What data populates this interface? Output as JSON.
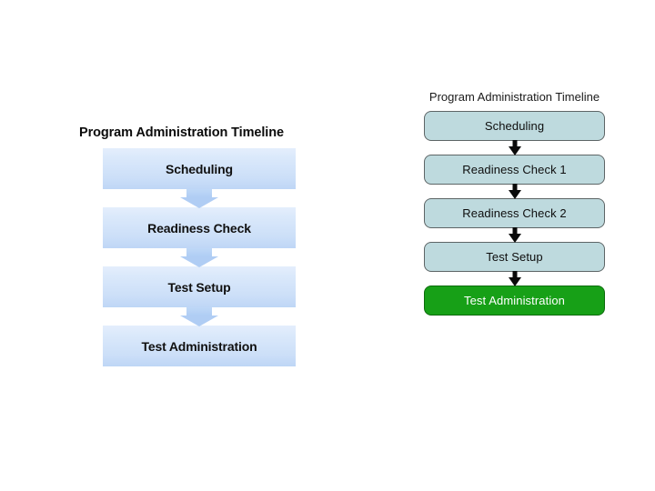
{
  "background_color": "#ffffff",
  "left_diagram": {
    "title": "Program Administration Timeline",
    "style": {
      "box_fill_top": "#e4eefc",
      "box_fill_bottom": "#bed6f6",
      "arrow_color": "#b0cdf4",
      "text_color": "#101010"
    },
    "steps": [
      {
        "label": "Scheduling"
      },
      {
        "label": "Readiness Check"
      },
      {
        "label": "Test Setup"
      },
      {
        "label": "Test Administration"
      }
    ]
  },
  "right_diagram": {
    "title": "Program Administration Timeline",
    "style": {
      "box_fill": "#bedade",
      "box_border": "#5d6566",
      "highlight_fill": "#17a017",
      "highlight_border": "#0d6b0d",
      "highlight_text": "#ffffff",
      "arrow_color": "#0a0a0a",
      "text_color": "#0e0e0e"
    },
    "steps": [
      {
        "label": "Scheduling",
        "highlighted": false
      },
      {
        "label": "Readiness Check 1",
        "highlighted": false
      },
      {
        "label": "Readiness Check 2",
        "highlighted": false
      },
      {
        "label": "Test Setup",
        "highlighted": false
      },
      {
        "label": "Test Administration",
        "highlighted": true
      }
    ]
  }
}
